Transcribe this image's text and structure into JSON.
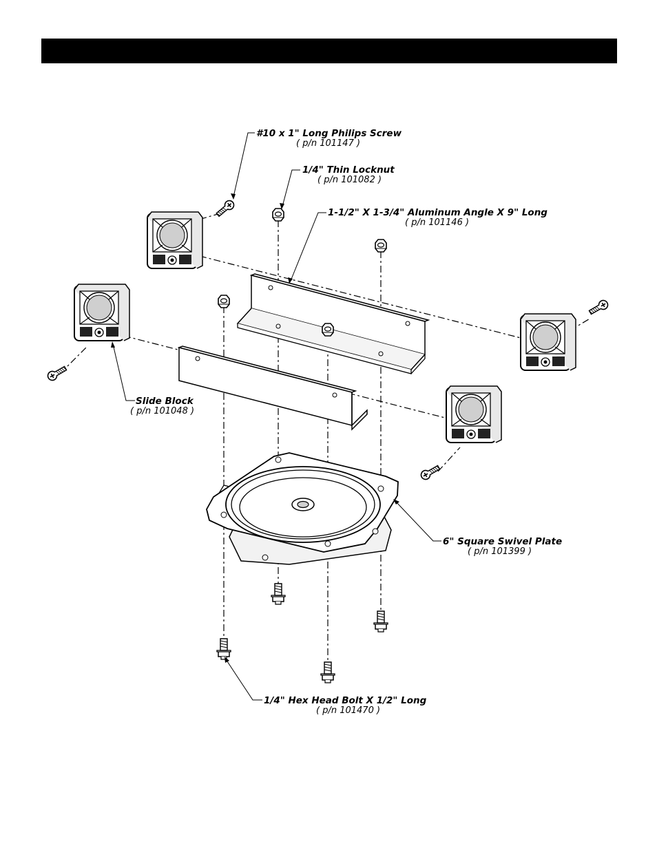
{
  "header": {
    "title": ""
  },
  "labels": {
    "screw": {
      "name": "#10 x 1\" Long Philips Screw",
      "pn": "( p/n 101147 )"
    },
    "locknut": {
      "name": "1/4\" Thin Locknut",
      "pn": "( p/n 101082 )"
    },
    "angle": {
      "name": "1-1/2\" X 1-3/4\" Aluminum Angle X 9\" Long",
      "pn": "( p/n 101146 )"
    },
    "slide_block": {
      "name": "Slide Block",
      "pn": "( p/n 101048 )"
    },
    "swivel_plate": {
      "name": "6\" Square Swivel Plate",
      "pn": "( p/n 101399 )"
    },
    "hex_bolt": {
      "name": "1/4\" Hex Head Bolt  X 1/2\" Long",
      "pn": "( p/n 101470 )"
    }
  }
}
